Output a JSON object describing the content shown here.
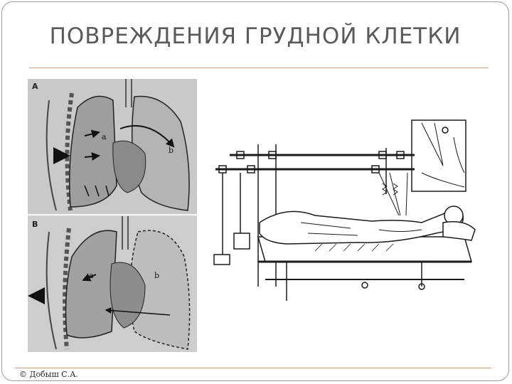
{
  "slide": {
    "title": "ПОВРЕЖДЕНИЯ ГРУДНОЙ КЛЕТКИ",
    "credit": "© Добыш С.А."
  },
  "figure_lungs": {
    "panel_top_letter": "A",
    "panel_bottom_letter": "B",
    "top_labels": [
      "a",
      "b"
    ],
    "bottom_labels": [
      "a",
      "b"
    ]
  },
  "colors": {
    "title": "#5a5a5a",
    "rule": "#c8a07a",
    "illustration_bg": "#cfcfcf",
    "ink": "#1a1a1a"
  }
}
